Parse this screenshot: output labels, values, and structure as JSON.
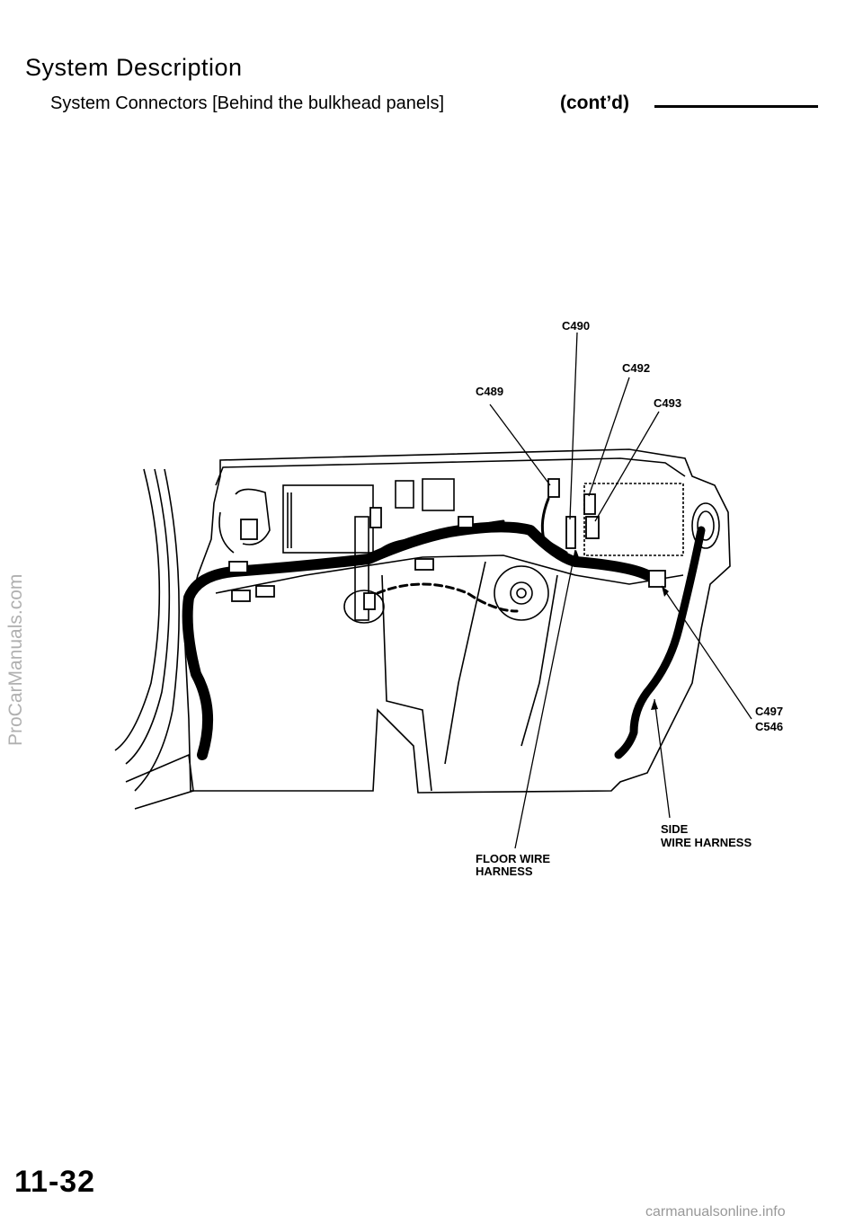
{
  "header": {
    "title": "System Description",
    "subtitle": "System Connectors [Behind the bulkhead panels]",
    "contd": "(cont’d)"
  },
  "diagram": {
    "labels": {
      "c490": "C490",
      "c492": "C492",
      "c489": "C489",
      "c493": "C493",
      "c497": "C497",
      "c546": "C546",
      "floor_line1": "FLOOR WIRE",
      "floor_line2": "HARNESS",
      "side_line1": "SIDE",
      "side_line2": "WIRE HARNESS"
    }
  },
  "watermark": "ProCarManuals.com",
  "page_number": "11-32",
  "footer_site": "carmanualsonline.info"
}
